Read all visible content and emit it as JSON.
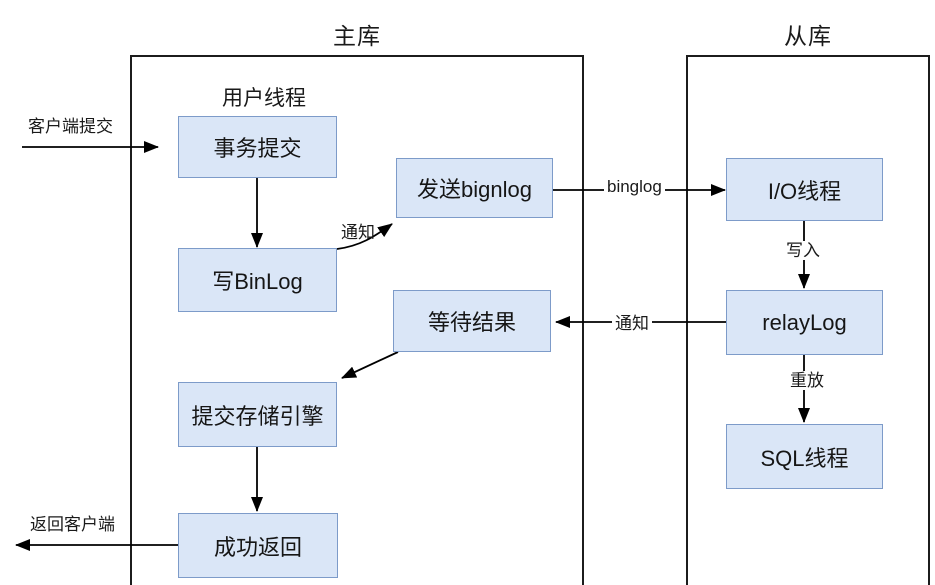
{
  "diagram": {
    "master": {
      "title": "主库",
      "user_thread_label": "用户线程",
      "nodes": {
        "transaction_commit": "事务提交",
        "write_binlog": "写BinLog",
        "send_binlog": "发送bignlog",
        "wait_result": "等待结果",
        "commit_storage_engine": "提交存储引擎",
        "success_return": "成功返回"
      }
    },
    "slave": {
      "title": "从库",
      "nodes": {
        "io_thread": "I/O线程",
        "relay_log": "relayLog",
        "sql_thread": "SQL线程"
      }
    },
    "edge_labels": {
      "client_commit": "客户端提交",
      "notify_write_binlog": "通知",
      "binglog": "binglog",
      "write_in": "写入",
      "notify_result": "通知",
      "replay": "重放",
      "return_client": "返回客户端"
    },
    "colors": {
      "node_fill": "#dae6f7",
      "node_border": "#7d9bc9",
      "container_border": "#1c1c1c",
      "arrow": "#000000",
      "text": "#1a1a1a",
      "background": "#ffffff"
    }
  }
}
